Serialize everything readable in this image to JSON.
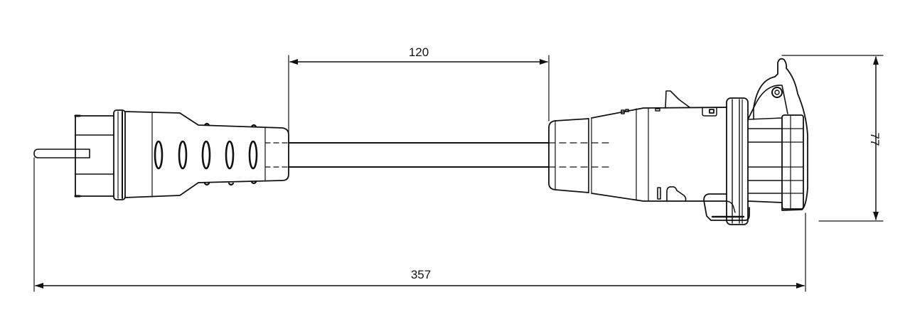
{
  "drawing": {
    "title": "Adapter cable dimension drawing",
    "stroke_color": "#111111",
    "background": "#ffffff"
  },
  "dimensions": {
    "cable_length": {
      "value": "120",
      "orientation": "horizontal"
    },
    "overall_length": {
      "value": "357",
      "orientation": "horizontal"
    },
    "coupler_height": {
      "value": "77",
      "orientation": "vertical"
    }
  },
  "components": {
    "left": "plug",
    "middle": "cable",
    "right": "coupler-socket"
  }
}
